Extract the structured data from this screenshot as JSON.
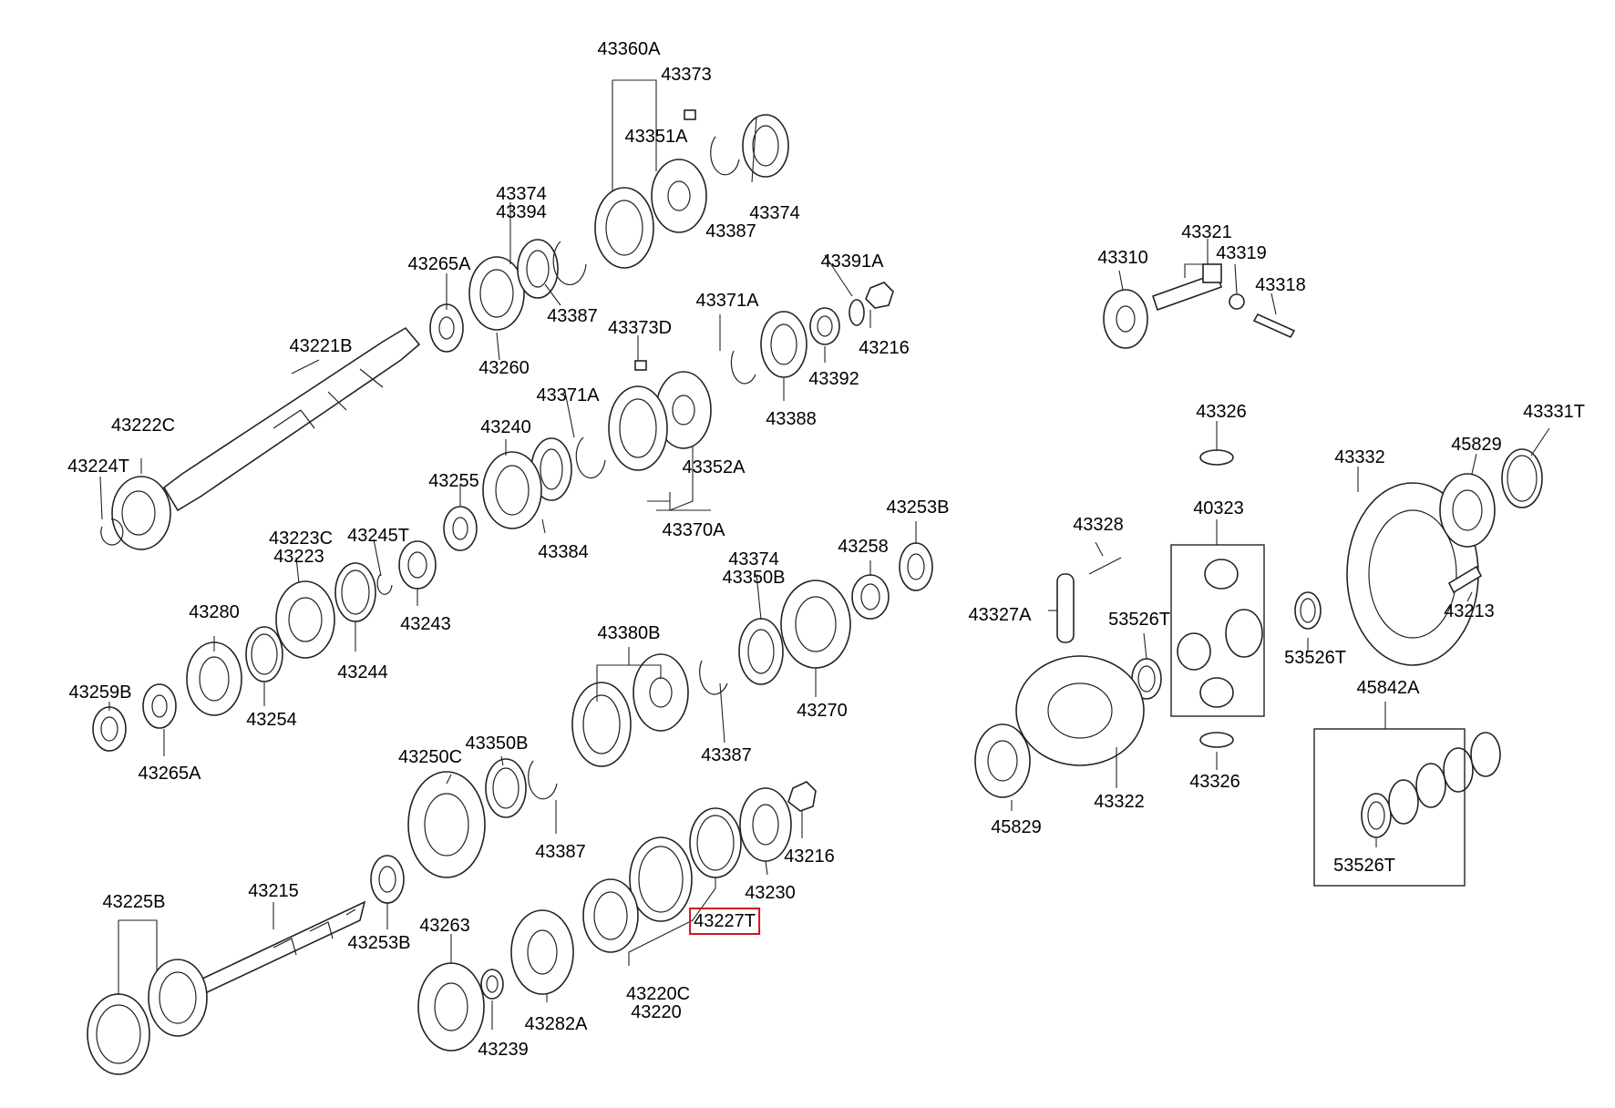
{
  "diagram": {
    "highlight_color": "#d2141e",
    "parts": [
      {
        "id": "p01",
        "label": "43360A"
      },
      {
        "id": "p02",
        "label": "43373"
      },
      {
        "id": "p03",
        "label": "43351A"
      },
      {
        "id": "p04",
        "label": "43374"
      },
      {
        "id": "p05",
        "label": "43394"
      },
      {
        "id": "p06",
        "label": "43374"
      },
      {
        "id": "p07",
        "label": "43387"
      },
      {
        "id": "p08",
        "label": "43265A"
      },
      {
        "id": "p09",
        "label": "43387"
      },
      {
        "id": "p10",
        "label": "43391A"
      },
      {
        "id": "p11",
        "label": "43371A"
      },
      {
        "id": "p12",
        "label": "43373D"
      },
      {
        "id": "p13",
        "label": "43216"
      },
      {
        "id": "p14",
        "label": "43221B"
      },
      {
        "id": "p15",
        "label": "43260"
      },
      {
        "id": "p16",
        "label": "43392"
      },
      {
        "id": "p17",
        "label": "43371A"
      },
      {
        "id": "p18",
        "label": "43388"
      },
      {
        "id": "p19",
        "label": "43222C"
      },
      {
        "id": "p20",
        "label": "43240"
      },
      {
        "id": "p21",
        "label": "43224T"
      },
      {
        "id": "p22",
        "label": "43352A"
      },
      {
        "id": "p23",
        "label": "43255"
      },
      {
        "id": "p24",
        "label": "43370A"
      },
      {
        "id": "p25",
        "label": "43384"
      },
      {
        "id": "p26",
        "label": "43223C"
      },
      {
        "id": "p27",
        "label": "43245T"
      },
      {
        "id": "p28",
        "label": "43223"
      },
      {
        "id": "p29",
        "label": "43253B"
      },
      {
        "id": "p30",
        "label": "43374"
      },
      {
        "id": "p31",
        "label": "43258"
      },
      {
        "id": "p32",
        "label": "43350B"
      },
      {
        "id": "p33",
        "label": "43280"
      },
      {
        "id": "p34",
        "label": "43243"
      },
      {
        "id": "p35",
        "label": "43380B"
      },
      {
        "id": "p36",
        "label": "43244"
      },
      {
        "id": "p37",
        "label": "43259B"
      },
      {
        "id": "p38",
        "label": "43254"
      },
      {
        "id": "p39",
        "label": "43270"
      },
      {
        "id": "p40",
        "label": "43265A"
      },
      {
        "id": "p41",
        "label": "43387"
      },
      {
        "id": "p42",
        "label": "43250C"
      },
      {
        "id": "p43",
        "label": "43350B"
      },
      {
        "id": "p44",
        "label": "43387"
      },
      {
        "id": "p45",
        "label": "43216"
      },
      {
        "id": "p46",
        "label": "43225B"
      },
      {
        "id": "p47",
        "label": "43215"
      },
      {
        "id": "p48",
        "label": "43230"
      },
      {
        "id": "p49",
        "label": "43227T",
        "highlighted": true
      },
      {
        "id": "p50",
        "label": "43263"
      },
      {
        "id": "p51",
        "label": "43253B"
      },
      {
        "id": "p52",
        "label": "43220C"
      },
      {
        "id": "p53",
        "label": "43220"
      },
      {
        "id": "p54",
        "label": "43282A"
      },
      {
        "id": "p55",
        "label": "43239"
      },
      {
        "id": "p56",
        "label": "43321"
      },
      {
        "id": "p57",
        "label": "43319"
      },
      {
        "id": "p58",
        "label": "43310"
      },
      {
        "id": "p59",
        "label": "43318"
      },
      {
        "id": "p60",
        "label": "43326"
      },
      {
        "id": "p61",
        "label": "43331T"
      },
      {
        "id": "p62",
        "label": "43332"
      },
      {
        "id": "p63",
        "label": "45829"
      },
      {
        "id": "p64",
        "label": "40323"
      },
      {
        "id": "p65",
        "label": "43328"
      },
      {
        "id": "p66",
        "label": "43327A"
      },
      {
        "id": "p67",
        "label": "53526T"
      },
      {
        "id": "p68",
        "label": "43213"
      },
      {
        "id": "p69",
        "label": "53526T"
      },
      {
        "id": "p70",
        "label": "45842A"
      },
      {
        "id": "p71",
        "label": "45829"
      },
      {
        "id": "p72",
        "label": "43322"
      },
      {
        "id": "p73",
        "label": "43326"
      },
      {
        "id": "p74",
        "label": "53526T"
      }
    ]
  }
}
